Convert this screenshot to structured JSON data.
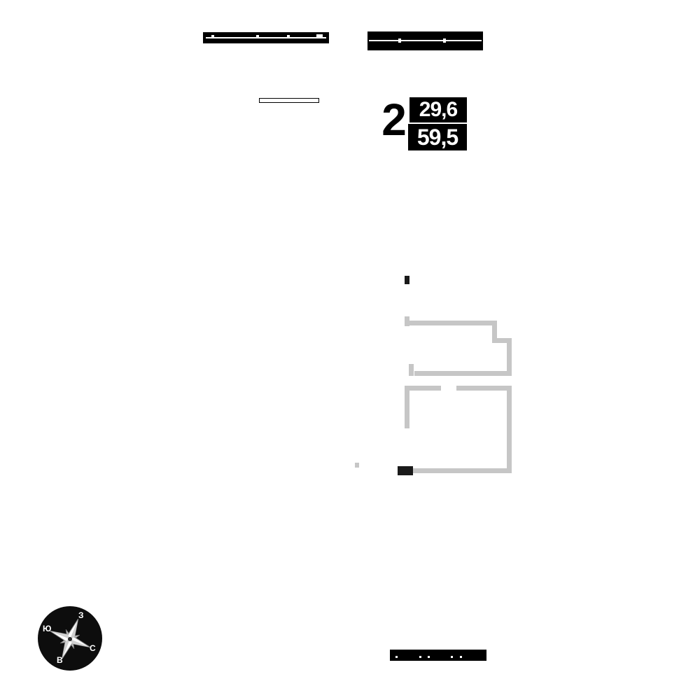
{
  "plan": {
    "unit_label": {
      "rooms": "2",
      "upper_value": "29,6",
      "lower_value": "59,5"
    },
    "compass": {
      "top": "З",
      "left": "Ю",
      "right": "С",
      "bottom": "В"
    },
    "colors": {
      "exterior_wall": "#000000",
      "interior_wall": "#c6c6c6",
      "label_bg": "#000000",
      "label_text": "#ffffff"
    }
  }
}
